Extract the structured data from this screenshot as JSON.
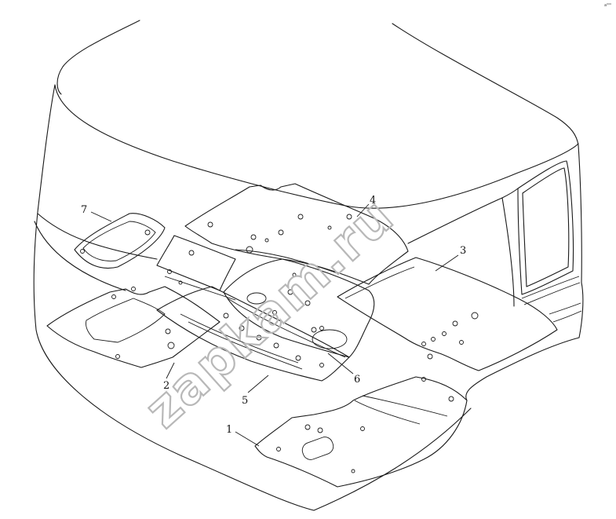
{
  "callouts": [
    {
      "id": "1",
      "label": "1"
    },
    {
      "id": "2",
      "label": "2"
    },
    {
      "id": "3",
      "label": "3"
    },
    {
      "id": "4",
      "label": "4"
    },
    {
      "id": "5",
      "label": "5"
    },
    {
      "id": "6",
      "label": "6"
    },
    {
      "id": "7",
      "label": "7"
    }
  ],
  "watermark": "zapkam.ru",
  "corner_mark": "a⁰⁰⁰",
  "colors": {
    "line": "#1a1a1a",
    "watermark": "#b8b8b8",
    "background": "#ffffff"
  }
}
